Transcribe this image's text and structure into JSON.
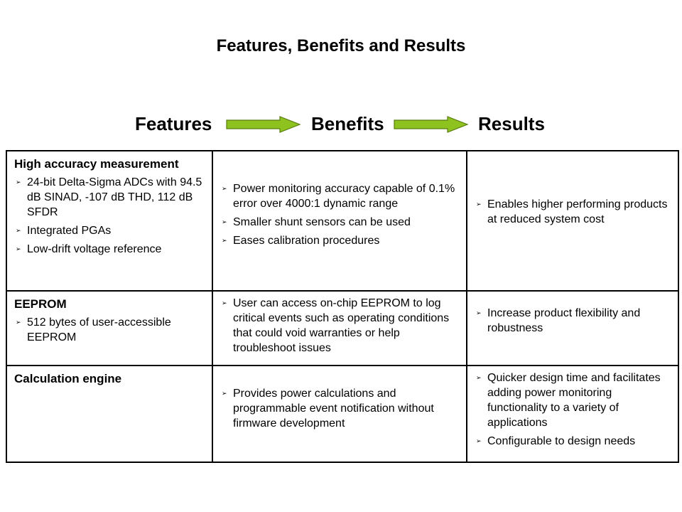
{
  "title": "Features, Benefits and Results",
  "flow": {
    "features": "Features",
    "benefits": "Benefits",
    "results": "Results",
    "arrow_color": "#8dc21f"
  },
  "bullet_glyph": "➢",
  "rows": [
    {
      "heading": "High accuracy measurement",
      "features": [
        "24-bit Delta-Sigma ADCs with 94.5 dB SINAD, -107 dB THD, 112 dB SFDR",
        "Integrated PGAs",
        "Low-drift voltage reference"
      ],
      "benefits": [
        "Power monitoring accuracy capable of 0.1% error over 4000:1 dynamic range",
        "Smaller shunt sensors can be used",
        "Eases calibration procedures"
      ],
      "results": [
        "Enables higher performing products at reduced system cost"
      ]
    },
    {
      "heading": "EEPROM",
      "features": [
        "512 bytes of user-accessible EEPROM"
      ],
      "benefits": [
        "User can access on-chip EEPROM to log critical events such as operating conditions that could void warranties or help troubleshoot issues"
      ],
      "results": [
        "Increase product flexibility and robustness"
      ]
    },
    {
      "heading": "Calculation engine",
      "features": [],
      "benefits": [
        "Provides power calculations and programmable event notification without firmware development"
      ],
      "results": [
        "Quicker design time and facilitates adding power monitoring functionality to a variety of applications",
        "Configurable to design needs"
      ]
    }
  ]
}
